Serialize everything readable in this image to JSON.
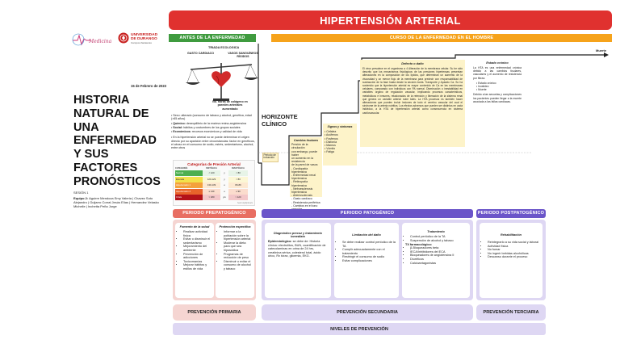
{
  "logos": {
    "left": "Medicina",
    "right_line1": "UNIVERSIDAD",
    "right_line2": "DE DURANGO",
    "right_line3": "Campus Zacatecas"
  },
  "date": "15 de Febrero de 2023",
  "main_title": "HISTORIA NATURAL DE UNA ENFERMEDAD Y SUS FACTORES PRONÓSTICOS",
  "session": "SESIÓN 1",
  "team_label": "Equipo 2:",
  "team_members": "Aguirre Mendoza Emy Valeria | Chavez Soto Alejandro | Guijarro Corral Jesús Elías | Hernandez Velasko Michelle | Inchetta Peña Jorge",
  "banner_title": "HIPERTENSIÓN ARTERIAL",
  "section_before": "ANTES DE LA ENFERMEDAD",
  "section_course": "CURSO DE LA ENFERMEDAD EN EL HOMBRE",
  "triad": {
    "title": "TRIADA ECOLOGICA",
    "agent": "GASTO CARDIACO",
    "host": "VASOS SANGUÍNEOS RÍGIDOS",
    "environment": "No. fibras de colágeno en paredes arteriales aumentado"
  },
  "risk_factors": [
    {
      "label": "",
      "text": "Sexo: alterado (consumo de tabaco y alcohol, genética, edad (>65 años)"
    },
    {
      "label": "Químico:",
      "text": "desequilibrio de la enzima renina-angiotensina"
    },
    {
      "label": "Social:",
      "text": "hábitos y costumbres de los grupos sociales"
    },
    {
      "label": "Económicos:",
      "text": "recursos económicos y calidad de vida"
    },
    {
      "label": "",
      "text": "En la hipertensión arterial no se puede determinar el origen directo por su aparición entre circunstancias: factor en genéticos, el abuso en el consumo de sodio, estrés, sedentarismo, alcohol, entre otros"
    }
  ],
  "bp_table": {
    "title": "Categorías de Presión Arterial",
    "header": [
      "CATEGORÍA",
      "SISTÓLICA",
      "",
      "DIASTÓLICA"
    ],
    "rows": [
      {
        "label": "Normal",
        "sys": "< 120",
        "conj": "y",
        "dia": "< 80",
        "color": "#4caf50"
      },
      {
        "label": "Elevada",
        "sys": "120-129",
        "conj": "y",
        "dia": "< 80",
        "color": "#f2e14c"
      },
      {
        "label": "Hipertensión 1",
        "sys": "130-139",
        "conj": "o",
        "dia": "80-89",
        "color": "#f4a13c"
      },
      {
        "label": "Hipertensión 2",
        "sys": "≥ 140",
        "conj": "o",
        "dia": "≥ 90",
        "color": "#e8632b"
      },
      {
        "label": "Crisis",
        "sys": "> 180",
        "conj": "y/o",
        "dia": "> 120",
        "color": "#b3121a"
      }
    ],
    "source": "heart.org/bplevels"
  },
  "axis_label": "Muerte",
  "horizon": "HORIZONTE CLÍNICO",
  "induction": "Periodo de inducción",
  "stages": {
    "cambios": {
      "title": "Cambios tisulares",
      "items": [
        "Presión de la circulación",
        "con embargo, puede haber",
        "un aumento en la resistencia",
        "de la pared de vasos",
        "- Cardiopatía hipertensiva",
        "- Enfermedad renal hipertensiva",
        "- Retinopatía hipertensiva",
        "- Nefroesclerosis hipertensiva",
        "- Arteriosclerosis",
        "- Gasto cardíaco",
        "- Resistencia periférica",
        "- Cambios en el tono vascular,",
        "  volumen y otros"
      ]
    },
    "signos": {
      "title": "Signos y síntomas",
      "items": [
        "• Cefalea",
        "• Acúfenos",
        "• Fosfenos",
        "• Disfonía",
        "• Mareos",
        "• Vómito",
        "• Fatiga"
      ]
    },
    "defecto": {
      "title": "Defecto o daño",
      "text": "El virus prevalece en el organismo a 4 Alteración de la membrana celular. Su be sido descrito que los mecanismos fisiológicos de las presiones hipertensas presentan alteraciones en la composición de los lípidos, que determinan un aumento de la viscosidad y un menor flujo de la membrana para predecir con responsabilidad de sustracción de la fase hasta desde la sección Aorta. Transporte y Aparato Ca. So ha sostenido que la hipertensión arterial es mayor contenido de Ca en las membranas celulares, comparado con individuos con PA normal. Disminución o inestabilidad en variables órgano de regulación vascular, implicando procesos característicos, metabólicos e inmunes, relacionados de la retención y liberación de la sistema renal que genera un variable arterial nutre tales. La HTA procesos es también hacer alteraciones que pueden incluir lesiones de todo el cerebro vascular del cual el síndrome de la arteria nutritiva. Los efectos adversos que pueden ser distintos en cada individuo, a la HTA de hipertensión arterial como consecuencia en sistema cardiovascular."
    },
    "estado": {
      "title": "Estado crónico",
      "intro": "La HTA es una enfermedad crónica debido a las cambios tisulares, vasculares y el aumento de resistencia por fibras:",
      "items": [
        "• Estado crónico",
        "• Invalidez",
        "• Muerte"
      ],
      "outro": "Debido a las secuelas y complicaciones los pacientes pueden llegar a la muerte asociada a las fallas cardiacas."
    }
  },
  "periods": {
    "prepatogenico": "PERIODO PREPATOGÉNICO",
    "patogenico": "PERIODO PATOGÉNICO",
    "postpatogenico": "PERIODO POSTPATOGÉNICO"
  },
  "cards": {
    "fomento": {
      "title": "Fomento de la salud",
      "items": [
        "Realizar actividad física",
        "Evitar o disminuir el sedentarismo",
        "Mejoramiento del ambiente",
        "Prevención de adicciones",
        "Toxicomanías",
        "Mejorar hábitos y estilos de vida"
      ]
    },
    "proteccion": {
      "title": "Protección específica",
      "items": [
        "Informar a la población sobre la hipertensión arterial",
        "Moderar la dieta para que sea hiposódica",
        "Programas de reducción de peso",
        "Disminuir o evitar el consumo de alcohol y tabaco"
      ]
    },
    "diagnostico": {
      "title": "Diagnóstico precoz y tratamiento inmediato",
      "lead": "Epidemiológico:",
      "text": "se debe de: Historia clínica: electrolitos, BUN, cuantificación de catecolaminas en orina de 24 hrs, creatinina sérica, colesterol total, ácido úrico, Rx tórax, glicemia, EKG."
    },
    "limitacion": {
      "title": "Limitación del daño",
      "items": [
        "Se debe realizar control periódico de la TA",
        "Cumplir adecuadamente con el tratamiento",
        "Restringir el consumo de sodio",
        "Evitar complicaciones"
      ]
    },
    "tratamiento": {
      "title": "Tratamiento",
      "items": [
        "Control periódico de la TA",
        "Suspensión de alcohol y tabaco"
      ],
      "pharma_title": "TX farmacológico:",
      "pharma": [
        "β-Bloqueadores beta",
        "IECA/Inhibidores del ECA",
        "Bloqueadores de angiotensina II",
        "Diuréticos",
        "Calcioantagonistas"
      ]
    },
    "rehabilitacion": {
      "title": "Rehabilitación",
      "items": [
        "Reintegrarlo a su vida social y laboral",
        "Actividad física",
        "No fumar",
        "No ingerir bebidas alcohólicas",
        "Descanso durante el proceso"
      ]
    }
  },
  "prevention": {
    "primaria": "PREVENCIÓN PRIMARIA",
    "secundaria": "PREVENCIÓN SECUNDARIA",
    "terciaria": "PREVENCIÓN TERCIARIA",
    "levels": "NIVELES DE PREVENCIÓN"
  },
  "colors": {
    "title_red": "#e0312f",
    "green": "#3f9b3f",
    "orange": "#f6a31b",
    "salmon": "#e86e62",
    "purple": "#6b55c9",
    "pale_purple": "#ded7f3",
    "pale_pink": "#f5d5d2",
    "pale_yellow": "#fdf3c9"
  }
}
